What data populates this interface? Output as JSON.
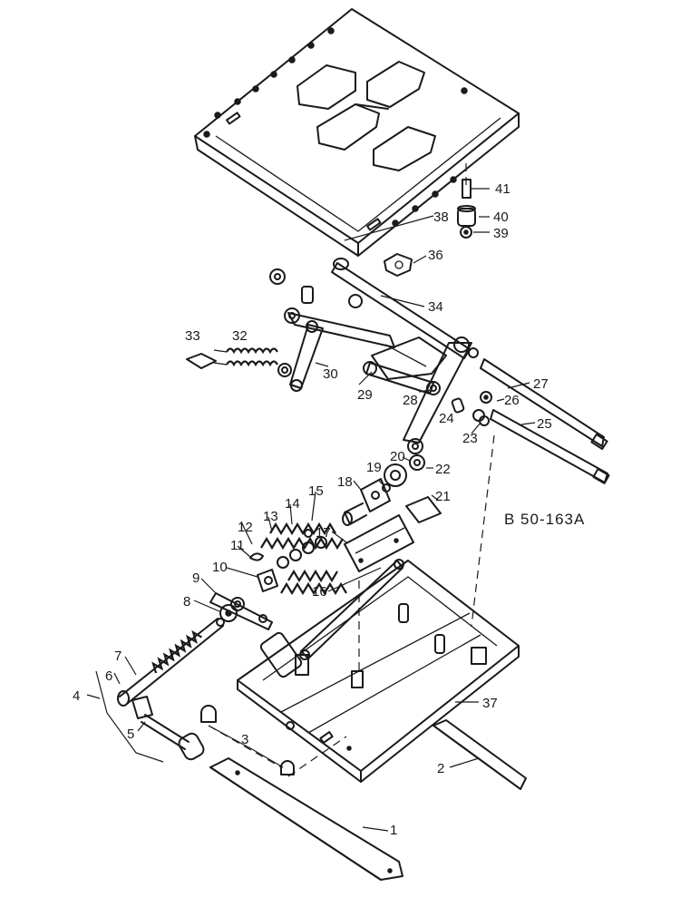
{
  "diagram": {
    "drawing_code": "B 50-163A",
    "callouts": [
      "1",
      "2",
      "3",
      "4",
      "5",
      "6",
      "7",
      "8",
      "9",
      "10",
      "11",
      "12",
      "13",
      "14",
      "15",
      "16",
      "17",
      "18",
      "19",
      "20",
      "21",
      "22",
      "23",
      "24",
      "25",
      "26",
      "27",
      "28",
      "29",
      "30",
      "32",
      "33",
      "34",
      "36",
      "37",
      "38",
      "39",
      "40",
      "41"
    ]
  }
}
